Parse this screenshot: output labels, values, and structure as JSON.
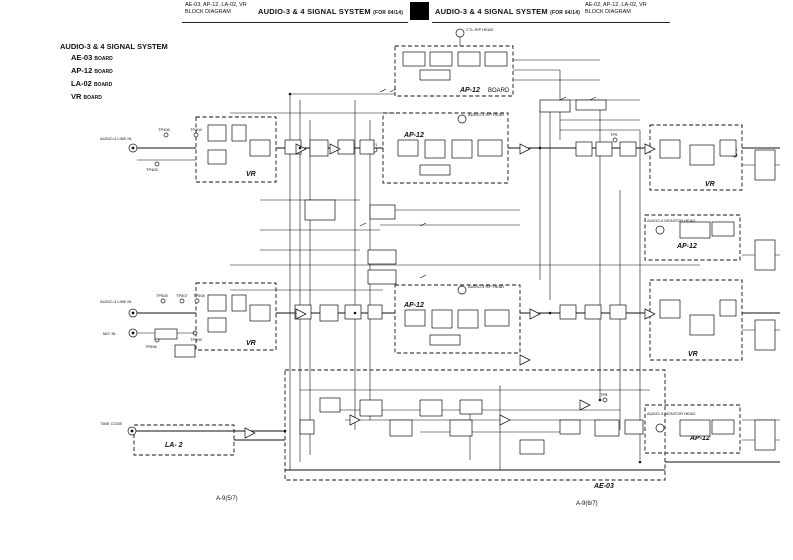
{
  "header": {
    "left_boards": "AE-03, AP-12, LA-02, VR",
    "left_kind": "BLOCK DIAGRAM",
    "left_title": "AUDIO-3 & 4 SIGNAL SYSTEM",
    "left_suffix": "(FOR 04/14)",
    "right_title": "AUDIO-3 & 4 SIGNAL SYSTEM",
    "right_suffix": "(FOR 04/14)",
    "right_boards": "AE-02, AP-12, LA-02, VR",
    "right_kind": "BLOCK DIAGRAM"
  },
  "legend": {
    "title": "AUDIO-3 & 4 SIGNAL SYSTEM",
    "boards": [
      {
        "name": "AE-03",
        "suffix": "BOARD"
      },
      {
        "name": "AP-12",
        "suffix": "BOARD"
      },
      {
        "name": "LA-02",
        "suffix": "BOARD"
      },
      {
        "name": "VR",
        "suffix": "BOARD"
      }
    ]
  },
  "board_labels": {
    "ap12_top": "AP-12",
    "ap12_mid_top": "AP-12",
    "ap12_right_top": "AP-12",
    "ap12_mid_bottom": "AP-12",
    "ap12_right_bottom": "AP-12",
    "vr_left_top": "VR",
    "vr_right_top": "VR",
    "vr_left_bottom": "VR",
    "vr_right_bottom": "VR",
    "la2": "LA- 2",
    "ae03": "AE-03",
    "board_word": "BOARD"
  },
  "heads": {
    "ctl": "CTL R/P HEAD",
    "audio4": "AUDIO-4 R/P HEAD",
    "audio3": "AUDIO-3 R/P HEAD",
    "audio4_mon": "AUDIO-4 MONITOR HEAD",
    "audio3_mon": "AUDIO-3 MONITOR HEAD"
  },
  "inputs": {
    "audio4_in": "AUDIO-4 LINE IN",
    "audio3_in": "AUDIO-3 LINE IN",
    "mic_in": "MIC IN",
    "time_code": "TIME CODE"
  },
  "test_points": [
    "TP405",
    "TP404",
    "TP403",
    "TP505",
    "TP507",
    "TP508",
    "TP506",
    "TP509",
    "TP1",
    "TP5",
    "TP6",
    "TP8"
  ],
  "page_refs": {
    "left": "A-9(5/7)",
    "right": "A-9(6/7)"
  },
  "colors": {
    "ink": "#111111",
    "paper": "#ffffff"
  }
}
